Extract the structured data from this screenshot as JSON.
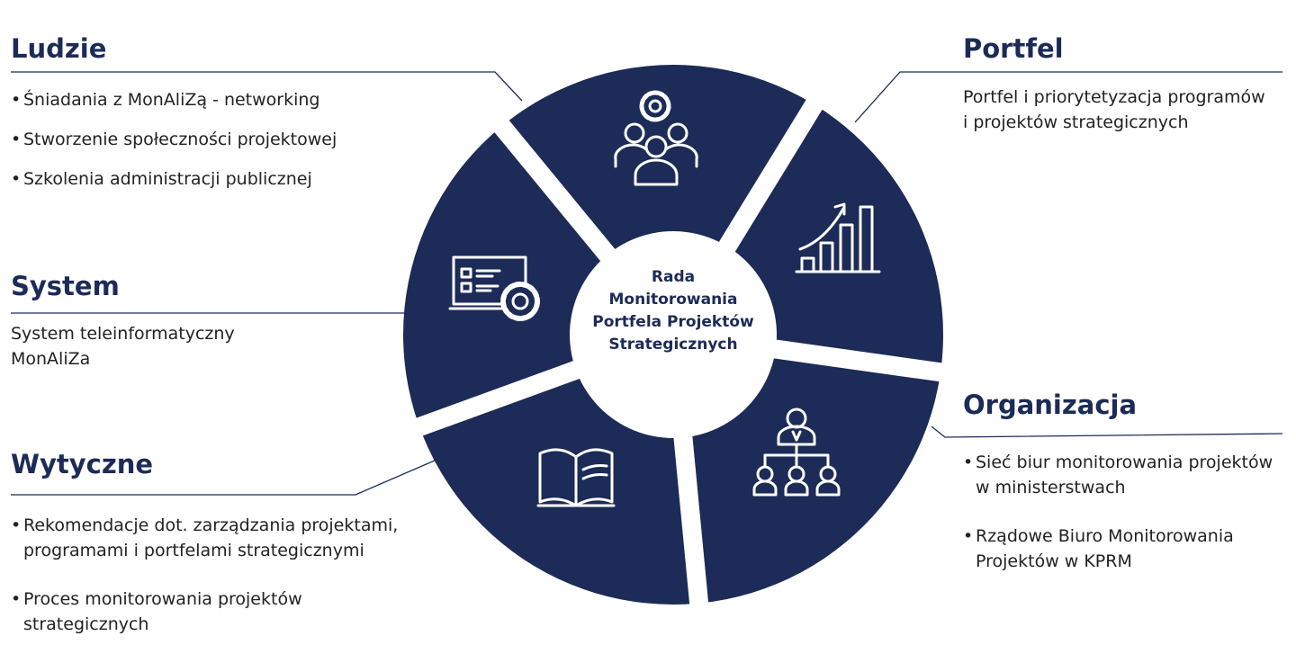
{
  "center": {
    "lines": [
      "Rada",
      "Monitorowania",
      "Portfela Projektów",
      "Strategicznych"
    ]
  },
  "sections": {
    "ludzie": {
      "title": "Ludzie",
      "items": [
        "Śniadania z MonAliZą - networking",
        "Stworzenie społeczności projektowej",
        "Szkolenia administracji publicznej"
      ],
      "icon": "people-gear-icon"
    },
    "portfel": {
      "title": "Portfel",
      "text_lines": [
        "Portfel i priorytetyzacja programów",
        "i projektów strategicznych"
      ],
      "icon": "bar-chart-growth-icon"
    },
    "system": {
      "title": "System",
      "text_lines": [
        "System teleinformatyczny",
        "MonAliZa"
      ],
      "icon": "screen-gear-icon"
    },
    "organizacja": {
      "title": "Organizacja",
      "items": [
        [
          "Sieć biur monitorowania projektów",
          "w ministerstwach"
        ],
        [
          "Rządowe Biuro Monitorowania",
          "Projektów w KPRM"
        ]
      ],
      "icon": "org-chart-icon"
    },
    "wytyczne": {
      "title": "Wytyczne",
      "items": [
        [
          "Rekomendacje dot. zarządzania projektami,",
          "programami i portfelami strategicznymi"
        ],
        [
          "Proces monitorowania projektów",
          "strategicznych"
        ]
      ],
      "icon": "open-book-icon"
    }
  },
  "colors": {
    "segment": "#1c2b57",
    "heading": "#1c2b57",
    "line": "#1c2b57",
    "text": "#222222"
  }
}
